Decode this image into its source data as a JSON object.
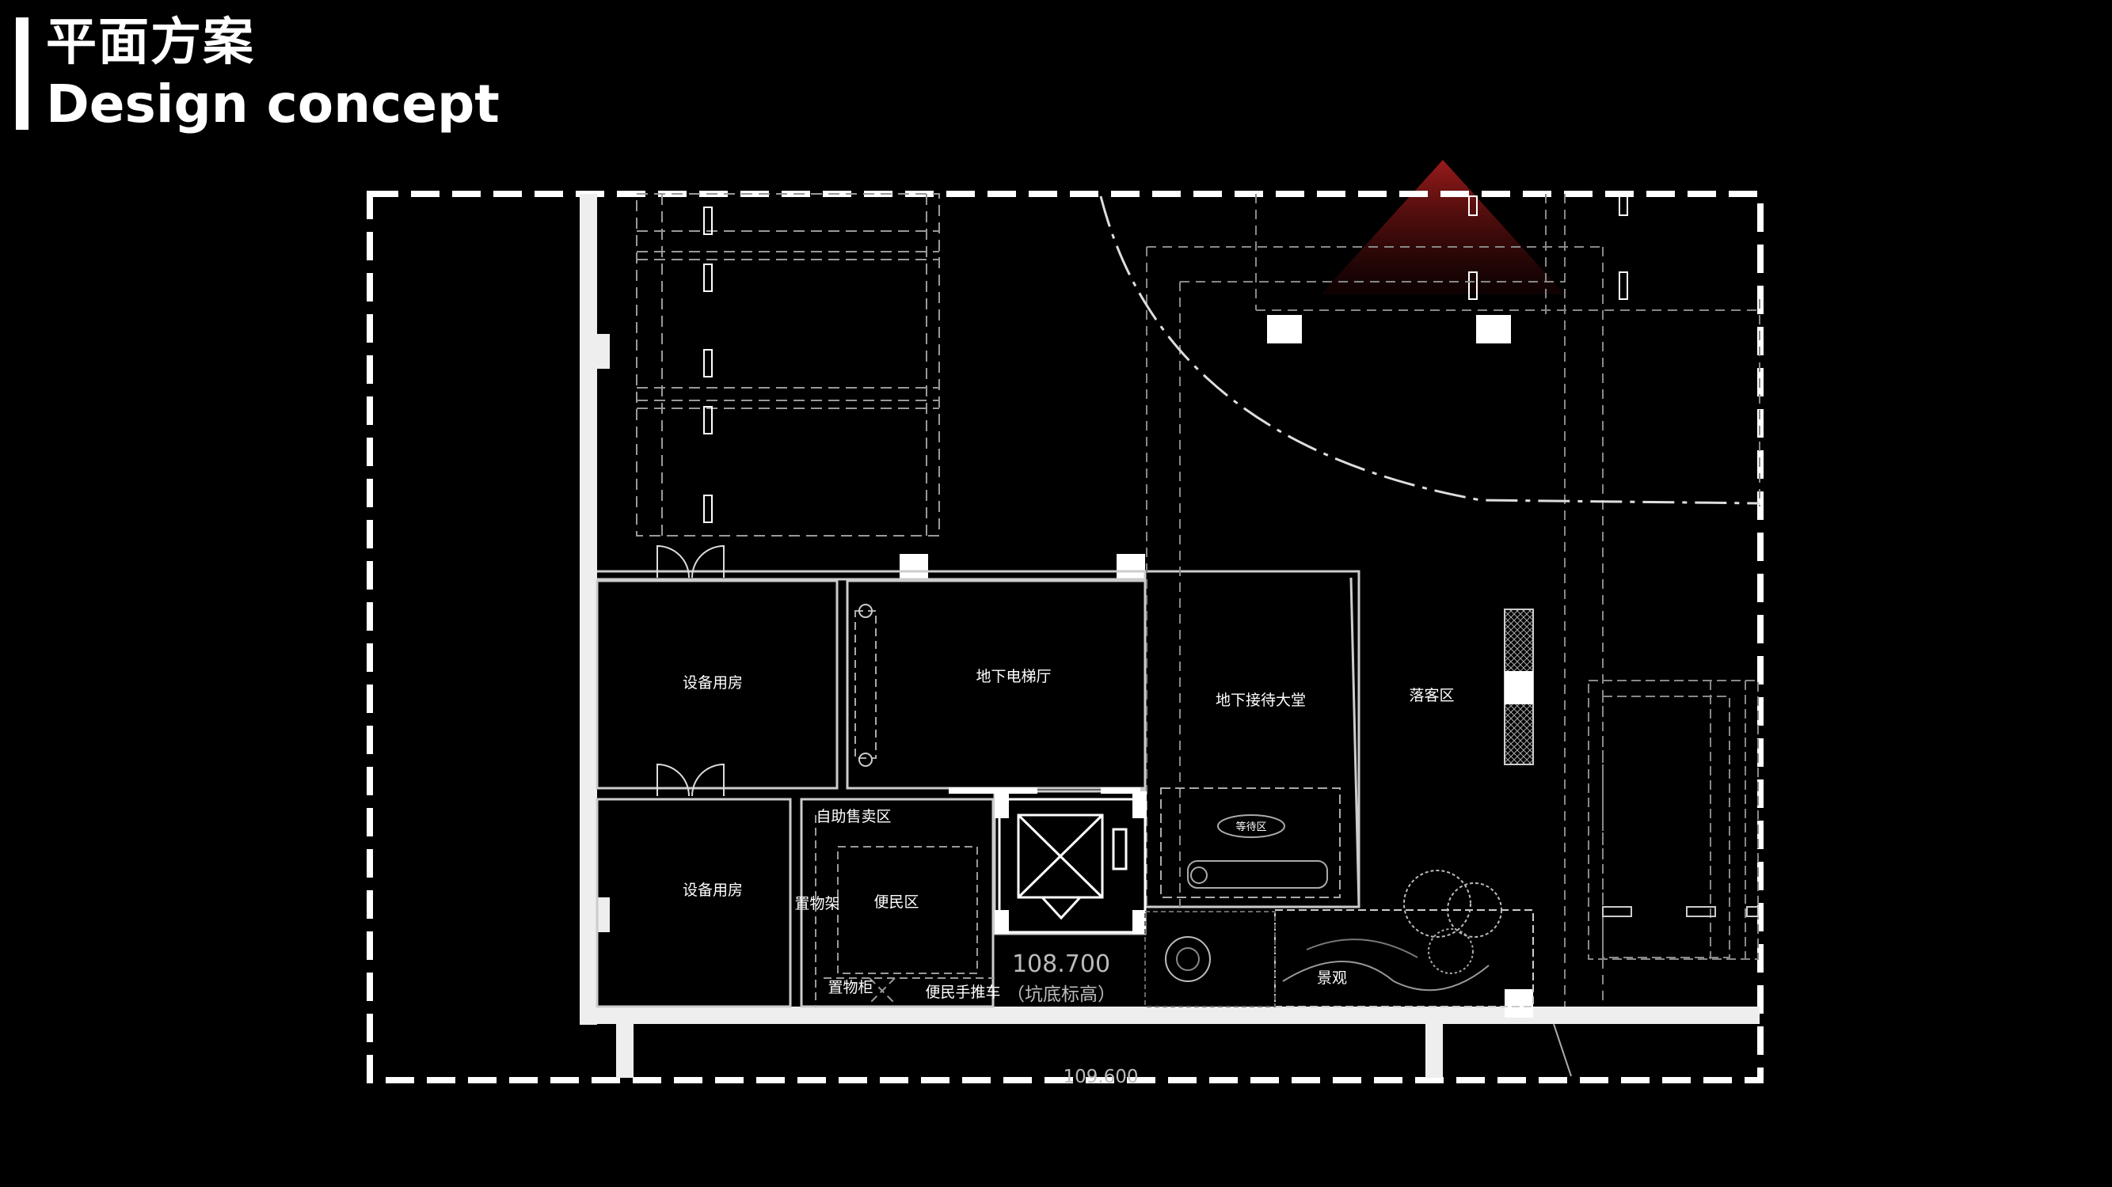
{
  "header": {
    "title_cn": "平面方案",
    "title_en": "Design concept"
  },
  "plan": {
    "rooms": {
      "equipment_room_1": "设备用房",
      "equipment_room_2": "设备用房",
      "elevator_hall": "地下电梯厅",
      "reception_lobby": "地下接待大堂",
      "dropoff_area": "落客区",
      "self_service": "自助售卖区",
      "convenience_area": "便民区",
      "shelf": "置物架",
      "cabinet": "置物柜",
      "trolley": "便民手推车",
      "waiting_area": "等待区",
      "landscape": "景观"
    },
    "elevations": {
      "pit_level": "108.700",
      "pit_label": "（坑底标高）",
      "bottom_level": "109.600 "
    }
  },
  "colors": {
    "background": "#000000",
    "lines": "#ffffff",
    "accent": "#8b1a1a"
  }
}
